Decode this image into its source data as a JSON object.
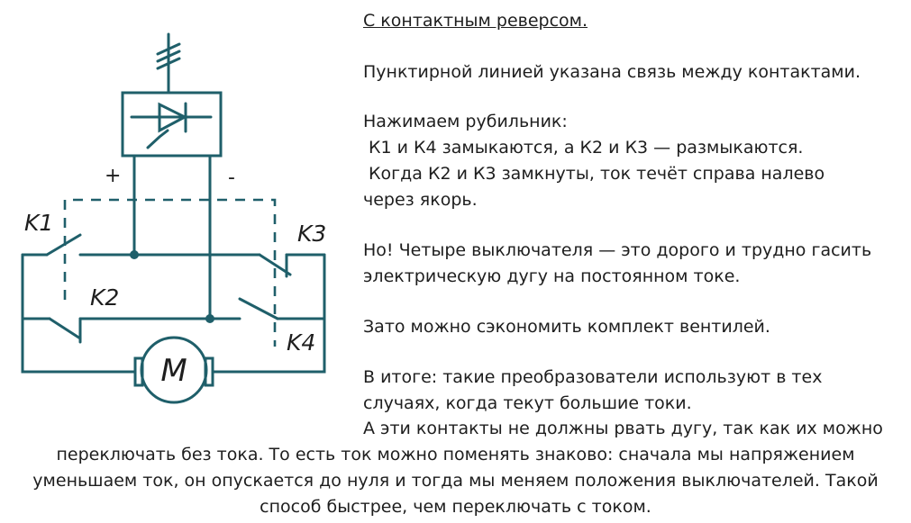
{
  "diagram": {
    "labels": {
      "k1": "K1",
      "k2": "K2",
      "k3": "K3",
      "k4": "K4",
      "plus": "+",
      "minus": "-",
      "motor": "M"
    },
    "colors": {
      "wire": "#1f5f6a",
      "text": "#1e1e1e"
    }
  },
  "text": {
    "heading": "С контактным реверсом.",
    "p1": "Пунктирной линией указана связь между контактами.",
    "p2_l1": "Нажимаем рубильник:",
    "p2_l2": " К1 и К4 замыкаются, а К2 и К3 — размыкаются.",
    "p2_l3": " Когда К2 и К3 замкнуты, ток течёт справа налево",
    "p2_l4": "через якорь.",
    "p3_l1": "Но! Четыре выключателя — это дорого и трудно гасить",
    "p3_l2": "электрическую дугу на постоянном токе.",
    "p4": "Зато можно сэкономить комплект вентилей.",
    "p5_l1": "В итоге: такие преобразователи используют в тех",
    "p5_l2": "случаях, когда текут большие токи.",
    "p5_l3": "А эти контакты не должны рвать дугу, так как их можно",
    "p5_l4": "переключать без тока. То есть ток можно поменять знаково: сначала мы напряжением",
    "p5_l5": "уменьшаем ток, он опускается до нуля и тогда мы меняем положения выключателей. Такой",
    "p5_l6": "способ быстрее, чем переключать с током."
  }
}
